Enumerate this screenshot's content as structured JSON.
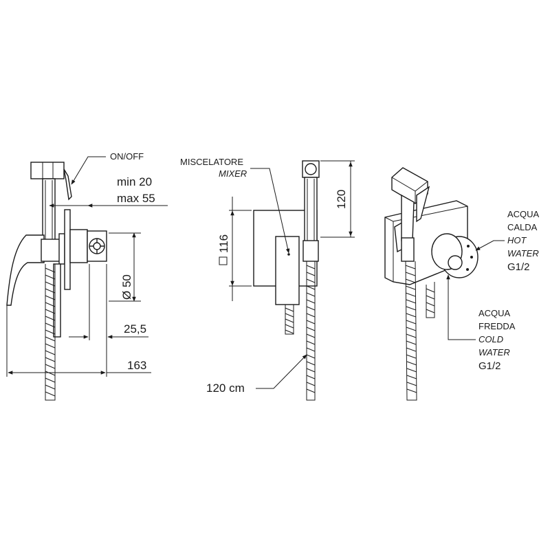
{
  "left_view": {
    "on_off_label": "ON/OFF",
    "wall_min": "min 20",
    "wall_max": "max 55",
    "diameter": "Ø 50",
    "depth": "25,5",
    "total_length": "163"
  },
  "middle_view": {
    "mixer_label_it": "MISCELATORE",
    "mixer_label_en": "MIXER",
    "plate_size": "116",
    "handle_height": "120",
    "hose_length": "120 cm"
  },
  "right_view": {
    "hot_it_1": "ACQUA",
    "hot_it_2": "CALDA",
    "hot_en_1": "HOT",
    "hot_en_2": "WATER",
    "hot_thread": "G1/2",
    "cold_it_1": "ACQUA",
    "cold_it_2": "FREDDA",
    "cold_en_1": "COLD",
    "cold_en_2": "WATER",
    "cold_thread": "G1/2"
  }
}
